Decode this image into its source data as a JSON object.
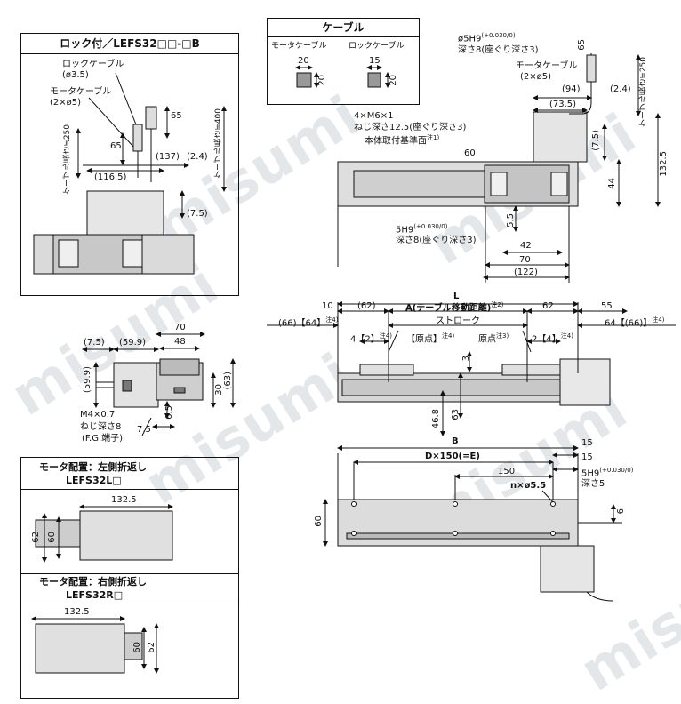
{
  "watermark": "misumi",
  "lock_view": {
    "title": "ロック付／LEFS32□□-□B",
    "lock_cable": "ロックケーブル",
    "lock_cable_dia": "(ø3.5)",
    "motor_cable": "モータケーブル",
    "motor_cable_dia": "(2×ø5)",
    "cable_len_250": "ケーブル長さ≒250",
    "cable_len_400": "ケーブル長さ≒400",
    "dims": [
      "65",
      "65",
      "(137)",
      "(2.4)",
      "(116.5)",
      "(7.5)"
    ]
  },
  "cable_view": {
    "title": "ケーブル",
    "motor_cable": "モータケーブル",
    "lock_cable": "ロックケーブル",
    "motor_w": "20",
    "motor_h": "20",
    "lock_w": "15",
    "lock_h": "20"
  },
  "top_right": {
    "hole_5h9": "ø5H9",
    "tol_upper": "+0.030",
    "tol_lower": "0",
    "depth8": "深さ8(座ぐり深さ3)",
    "dim_65": "65",
    "motor_cable": "モータケーブル",
    "motor_cable_dia": "(2×ø5)",
    "dim_94": "(94)",
    "dim_2_4": "(2.4)",
    "dim_73_5": "(73.5)",
    "cable_len": "ケーブル長さ≒250",
    "screw": "4×M6×1",
    "screw_depth": "ねじ深さ12.5(座ぐり深さ3)",
    "base_ref": "本体取付基準面",
    "note1": "注1)",
    "dim_60": "60",
    "dim_7_5": "(7.5)",
    "dim_132_5": "132.5",
    "dim_44": "44",
    "dim_5_5": "5.5",
    "slot": "5H9",
    "slot_depth": "深さ8(座ぐり深さ3)",
    "dim_42": "42",
    "dim_70": "70",
    "dim_122": "(122)"
  },
  "end_view": {
    "dims_top": [
      "(7.5)",
      "(59.9)",
      "70",
      "48"
    ],
    "dim_59_9": "(59.9)",
    "dim_63": "(63)",
    "dim_30": "30",
    "dim_6_5": "6.5",
    "dim_7_5": "7.5",
    "screw": "M4×0.7",
    "screw_depth": "ねじ深さ8",
    "fg": "(F.G.端子)"
  },
  "side_view": {
    "L": "L",
    "dim_10": "10",
    "dim_62a": "(62)",
    "A_label": "A(テーブル移動距離)",
    "note2": "注2)",
    "dim_62b": "62",
    "dim_55": "55",
    "left_mid": "(66)【64】",
    "note4": "注4)",
    "stroke": "ストローク",
    "right_mid": "64【(66)】",
    "left_4": "4【2】",
    "origin": "【原点】",
    "origin2": "原点",
    "note3": "注3)",
    "right_2": "2【4】",
    "dim_3": "3",
    "dim_46_8": "46.8",
    "dim_63": "63"
  },
  "bottom_view": {
    "B": "B",
    "D_expr": "D×150(=E)",
    "dim_15a": "15",
    "dim_15b": "15",
    "dim_150": "150",
    "hole": "n×ø5.5",
    "slot": "5H9",
    "slot_depth": "深さ5",
    "dim_60": "60",
    "dim_6": "6"
  },
  "motor_left": {
    "title1": "モータ配置：左側折返し",
    "title2": "LEFS32L□",
    "dim_132_5": "132.5",
    "dim_62": "62",
    "dim_60": "60"
  },
  "motor_right": {
    "title1": "モータ配置：右側折返し",
    "title2": "LEFS32R□",
    "dim_132_5": "132.5",
    "dim_60": "60",
    "dim_62": "62"
  }
}
